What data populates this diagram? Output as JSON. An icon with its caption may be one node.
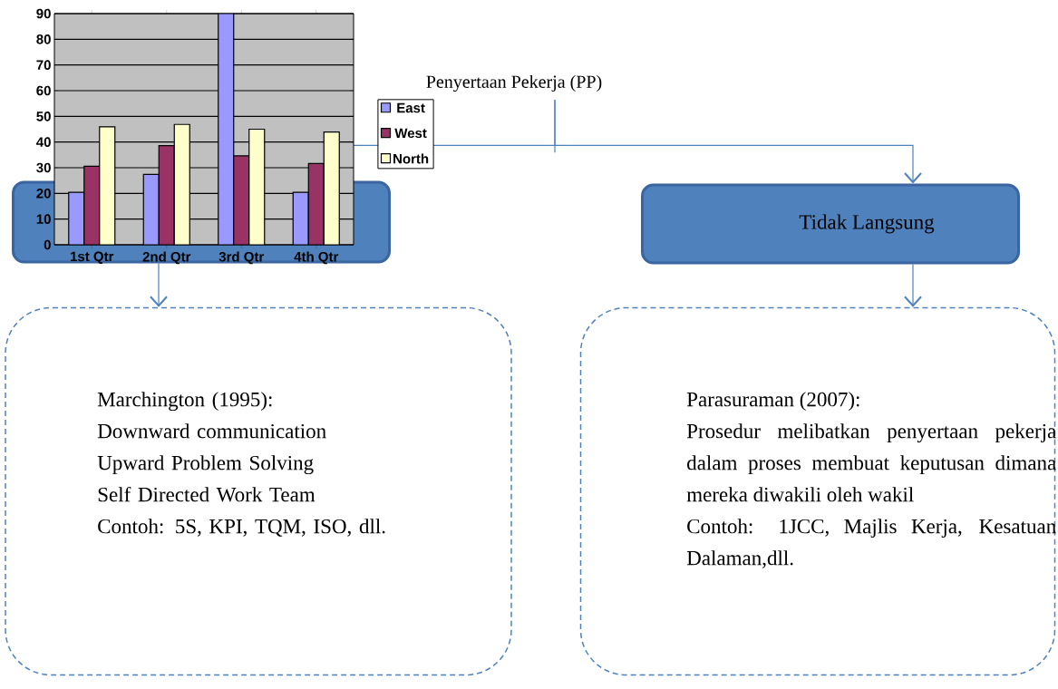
{
  "diagram": {
    "nodes": [
      {
        "text": [
          "Penyertaan Pekerja (PP)"
        ]
      },
      {
        "text": [],
        "shape": "box"
      },
      {
        "text": [
          "Tidak Langsung"
        ]
      },
      {
        "text": [
          "Marchington (1995):",
          "Downward communication",
          "Upward Problem Solving",
          "Self Directed Work Team",
          "Contoh: 5S, KPI, TQM, ISO, dll."
        ]
      },
      {
        "text": [
          "Parasuraman (2007):",
          "Prosedur melibatkan penyertaan pekerja dalam proses membuat keputusan dimana mereka diwakili oleh wakil",
          "Contoh: 1JCC, Majlis Kerja, Kesatuan Dalaman,dll."
        ]
      }
    ],
    "edges": [
      {
        "from": 0,
        "to": 1,
        "arrow": "none"
      },
      {
        "from": 0,
        "to": 2,
        "arrow": "to"
      },
      {
        "from": 1,
        "to": 3,
        "arrow": "to"
      },
      {
        "from": 2,
        "to": 4,
        "arrow": "to"
      }
    ],
    "chart_data": {
      "type": "bar",
      "categories": [
        "1st Qtr",
        "2nd Qtr",
        "3rd Qtr",
        "4th Qtr"
      ],
      "series": [
        {
          "name": "East",
          "color": "#9999ff",
          "values": [
            20.4,
            27.4,
            90,
            20.4
          ]
        },
        {
          "name": "West",
          "color": "#993366",
          "values": [
            30.6,
            38.6,
            34.6,
            31.6
          ]
        },
        {
          "name": "North",
          "color": "#ffffcc",
          "values": [
            45.9,
            46.9,
            45,
            43.9
          ]
        }
      ],
      "grid": true,
      "legend": "right",
      "ylim": [
        0,
        90
      ],
      "yticks": [
        0,
        10,
        20,
        30,
        40,
        50,
        60,
        70,
        80,
        90
      ]
    }
  }
}
